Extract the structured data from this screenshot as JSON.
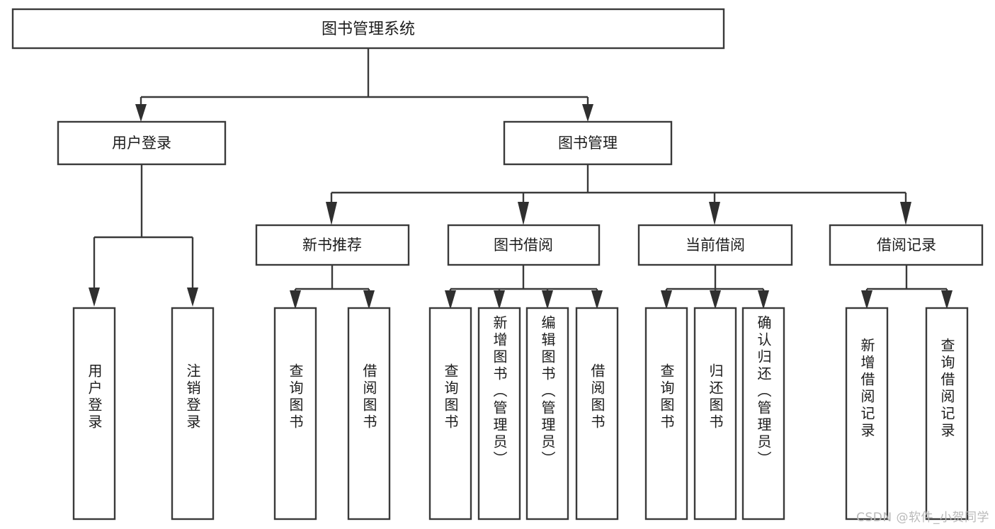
{
  "diagram": {
    "type": "tree-hierarchy-chart",
    "title": "图书管理系统",
    "watermark": "CSDN @软件_小贺同学",
    "colors": {
      "box_fill": "#ffffff",
      "box_stroke": "#3a3a3a",
      "connector": "#3a3a3a",
      "arrow": "#2f2f2f",
      "text": "#1c1c1c",
      "watermark": "#b9b9b9",
      "background": "#ffffff"
    },
    "root": {
      "label": "图书管理系统"
    },
    "level2": [
      {
        "label": "用户登录"
      },
      {
        "label": "图书管理"
      }
    ],
    "level3": [
      {
        "label": "新书推荐"
      },
      {
        "label": "图书借阅"
      },
      {
        "label": "当前借阅"
      },
      {
        "label": "借阅记录"
      }
    ],
    "leaves": {
      "user_login": [
        {
          "label": "用户登录"
        },
        {
          "label": "注销登录"
        }
      ],
      "new_book_recommend": [
        {
          "label": "查询图书"
        },
        {
          "label": "借阅图书"
        }
      ],
      "book_borrow": [
        {
          "label": "查询图书"
        },
        {
          "label": "新增图书（管理员）"
        },
        {
          "label": "编辑图书（管理员）"
        },
        {
          "label": "借阅图书"
        }
      ],
      "current_borrow": [
        {
          "label": "查询图书"
        },
        {
          "label": "归还图书"
        },
        {
          "label": "确认归还（管理员）"
        }
      ],
      "borrow_record": [
        {
          "label": "新增借阅记录"
        },
        {
          "label": "查询借阅记录"
        }
      ]
    }
  }
}
